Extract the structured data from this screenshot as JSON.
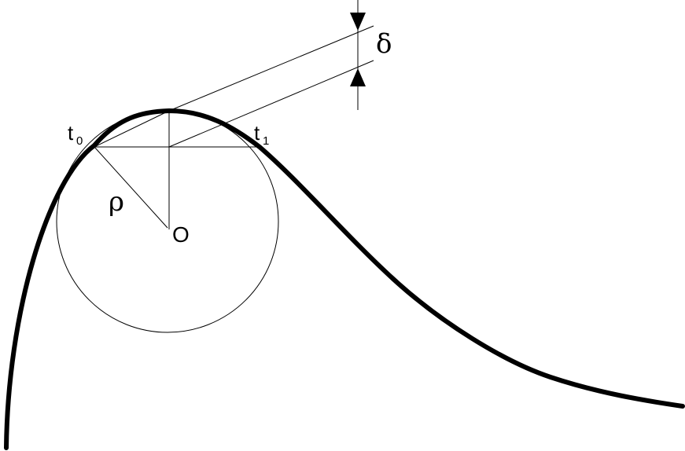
{
  "labels": {
    "t0_main": "t",
    "t0_sub": "0",
    "t1_main": "t",
    "t1_sub": "1",
    "rho": "ρ",
    "center": "O",
    "delta": "δ"
  }
}
